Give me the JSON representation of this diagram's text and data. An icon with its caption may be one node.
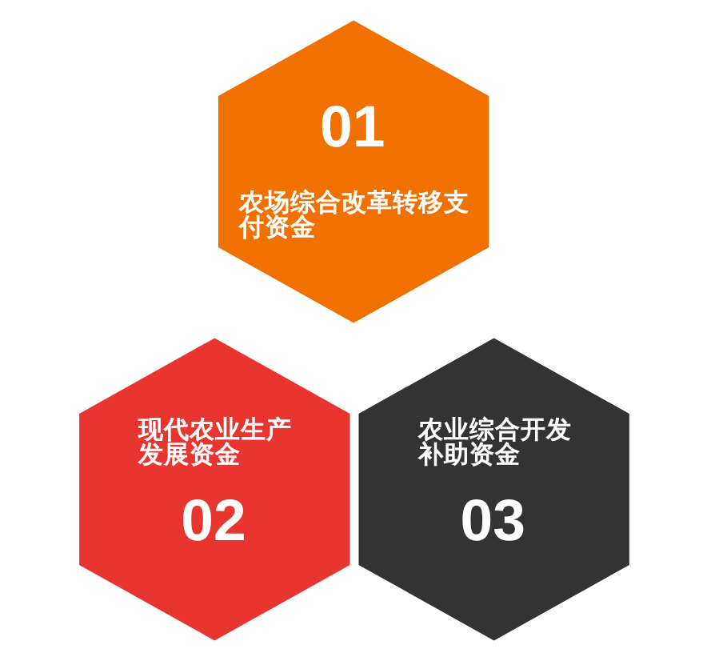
{
  "diagram": {
    "nodes": [
      {
        "text": [
          "01",
          "农场综合改革转移支付资金"
        ]
      },
      {
        "text": [
          "现代农业生产发展资金",
          "02"
        ]
      },
      {
        "text": [
          "农业综合开发补助资金",
          "03"
        ]
      }
    ],
    "edges": []
  }
}
